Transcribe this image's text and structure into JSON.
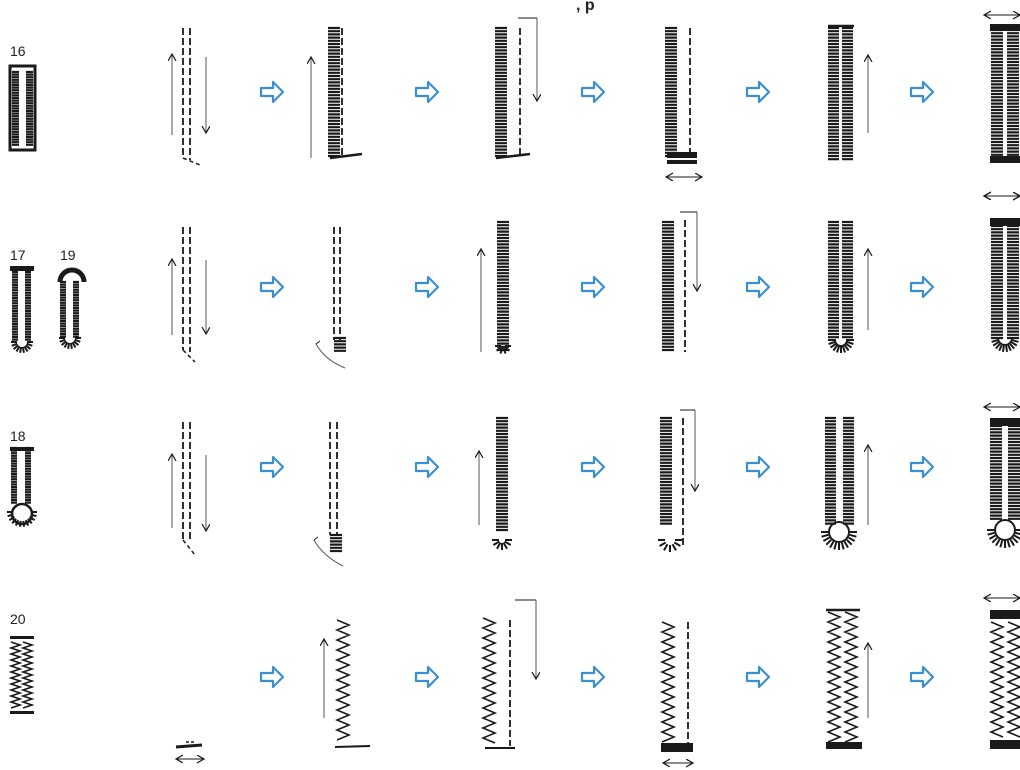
{
  "header_fragment": ", p",
  "patterns": [
    {
      "number": "16",
      "type": "square-square"
    },
    {
      "number": "17",
      "type": "round-round"
    },
    {
      "number": "19",
      "type": "round-oval"
    },
    {
      "number": "18",
      "type": "keyhole"
    },
    {
      "number": "20",
      "type": "zigzag"
    }
  ],
  "colors": {
    "arrow": "#3a8fd0",
    "line": "#1a1a1a",
    "thin": "#555555"
  },
  "icons": [
    "step-arrow-icon",
    "direction-arrow-icon",
    "width-arrow-icon"
  ],
  "rows": [
    {
      "steps": [
        "dashed-pair",
        "left-column",
        "right-dashed",
        "left-column-square-end",
        "both-columns",
        "finished-bartack-both"
      ]
    },
    {
      "steps": [
        "dashed-pair",
        "dashed-hook",
        "left-column",
        "right-dashed",
        "round-both",
        "finished-round"
      ]
    },
    {
      "steps": [
        "dashed-pair",
        "dashed-hook",
        "left-column-flare",
        "right-dashed-flare",
        "keyhole-both",
        "finished-keyhole"
      ]
    },
    {
      "steps": [
        "start-tack",
        "zig-left",
        "zig-right-dashed",
        "zig-bartack",
        "zig-both",
        "finished-zig"
      ]
    }
  ]
}
